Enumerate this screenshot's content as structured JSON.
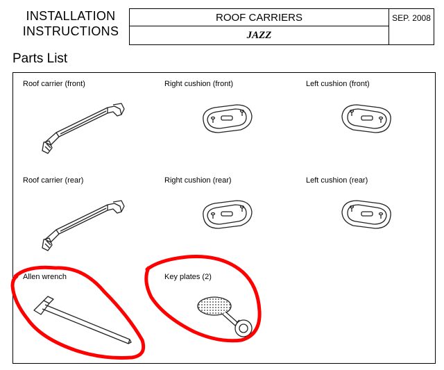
{
  "header": {
    "title_line1": "INSTALLATION",
    "title_line2": "INSTRUCTIONS",
    "product": "ROOF CARRIERS",
    "model": "JAZZ",
    "date": "SEP.  2008"
  },
  "section_title": "Parts List",
  "parts": [
    {
      "label": "Roof carrier (front)",
      "icon": "roof-carrier-icon"
    },
    {
      "label": "Right cushion (front)",
      "icon": "cushion-icon"
    },
    {
      "label": "Left cushion (front)",
      "icon": "cushion-icon"
    },
    {
      "label": "Roof carrier (rear)",
      "icon": "roof-carrier-icon"
    },
    {
      "label": "Right cushion (rear)",
      "icon": "cushion-icon"
    },
    {
      "label": "Left cushion (rear)",
      "icon": "cushion-icon"
    },
    {
      "label": "Allen wrench",
      "icon": "allen-wrench-icon"
    },
    {
      "label": "Key plates  (2)",
      "icon": "key-plate-icon"
    }
  ],
  "markup_color": "#ff0000"
}
